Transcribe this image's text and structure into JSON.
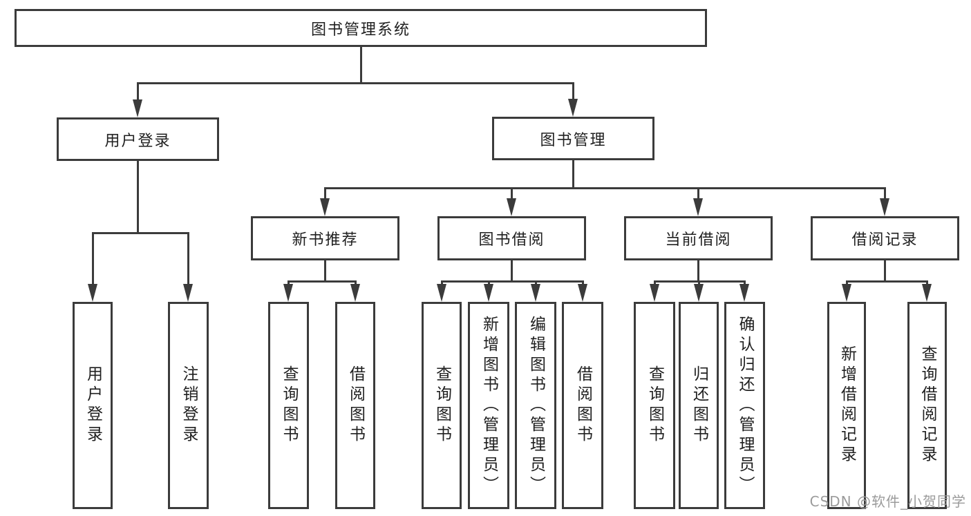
{
  "colors": {
    "line": "#3b3b3b",
    "text": "#1f1f1f",
    "watermark": "#9b9b9b",
    "background": "#ffffff"
  },
  "tree": {
    "root": {
      "label": "图书管理系统",
      "children": [
        {
          "label": "用户登录",
          "children": [
            {
              "label": "用户登录"
            },
            {
              "label": "注销登录"
            }
          ]
        },
        {
          "label": "图书管理",
          "children": [
            {
              "label": "新书推荐",
              "children": [
                {
                  "label": "查询图书"
                },
                {
                  "label": "借阅图书"
                }
              ]
            },
            {
              "label": "图书借阅",
              "children": [
                {
                  "label": "查询图书"
                },
                {
                  "label": "新增图书（管理员）"
                },
                {
                  "label": "编辑图书（管理员）"
                },
                {
                  "label": "借阅图书"
                }
              ]
            },
            {
              "label": "当前借阅",
              "children": [
                {
                  "label": "查询图书"
                },
                {
                  "label": "归还图书"
                },
                {
                  "label": "确认归还（管理员）"
                }
              ]
            },
            {
              "label": "借阅记录",
              "children": [
                {
                  "label": "新增借阅记录"
                },
                {
                  "label": "查询借阅记录"
                }
              ]
            }
          ]
        }
      ]
    }
  },
  "watermark": {
    "text": "CSDN @软件_小贺同学"
  }
}
